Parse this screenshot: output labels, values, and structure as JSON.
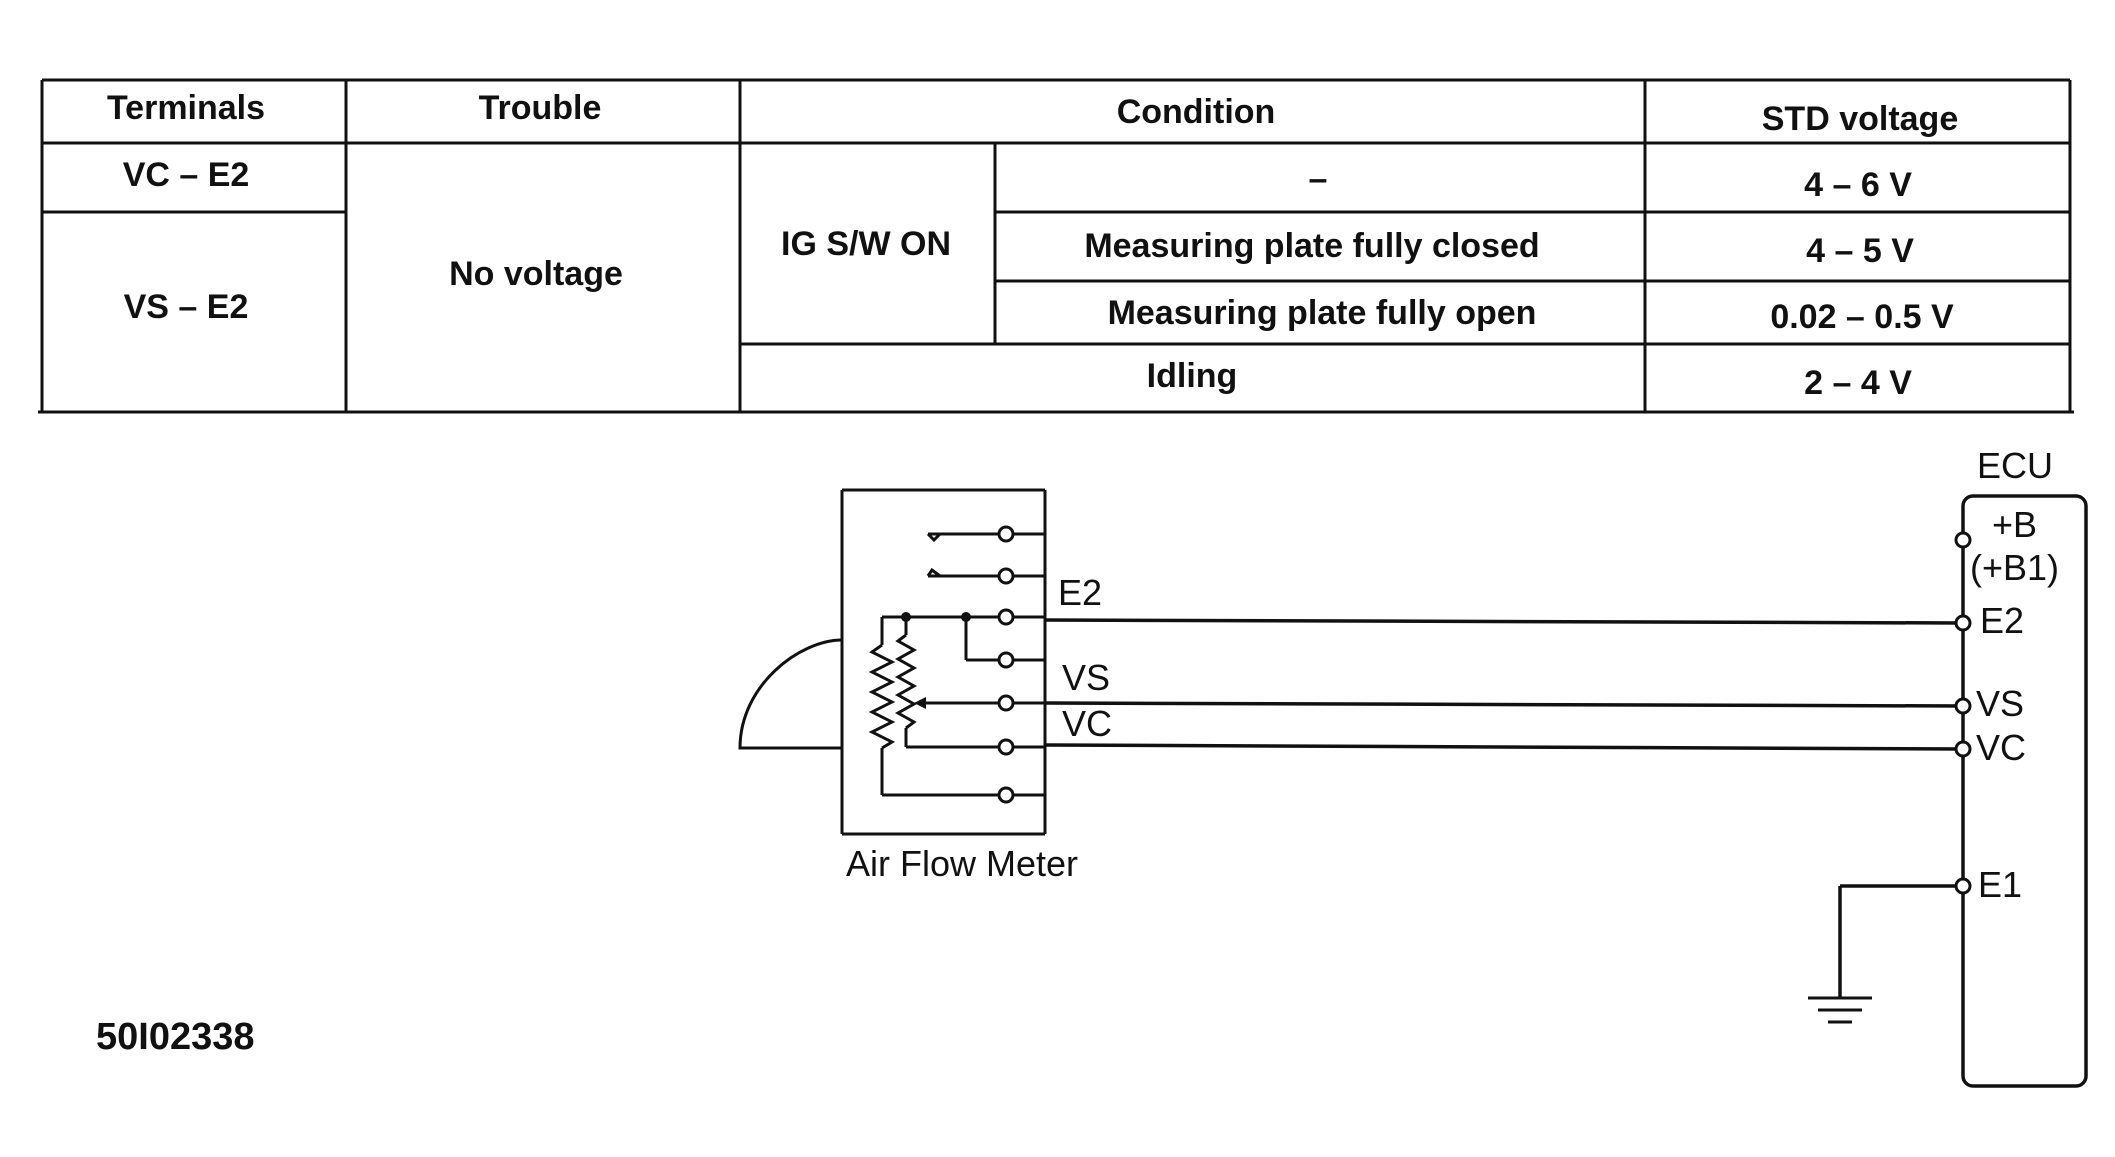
{
  "table": {
    "headers": {
      "terminals": "Terminals",
      "trouble": "Trouble",
      "condition": "Condition",
      "std_voltage": "STD voltage"
    },
    "terminals": [
      "VC – E2",
      "VS – E2"
    ],
    "trouble": "No voltage",
    "ig_switch": "IG S/W ON",
    "conditions": [
      "–",
      "Measuring plate fully closed",
      "Measuring plate fully open"
    ],
    "idling": "Idling",
    "voltages": [
      "4 – 6 V",
      "4 – 5 V",
      "0.02 – 0.5 V",
      "2 – 4 V"
    ]
  },
  "diagram": {
    "meter_label": "Air Flow Meter",
    "meter_terminals": [
      "E2",
      "VS",
      "VC"
    ],
    "ecu_title": "ECU",
    "ecu_b": "+B",
    "ecu_b1": "(+B1)",
    "ecu_terminals": [
      "E2",
      "VS",
      "VC",
      "E1"
    ]
  },
  "figure_code": "50I02338"
}
